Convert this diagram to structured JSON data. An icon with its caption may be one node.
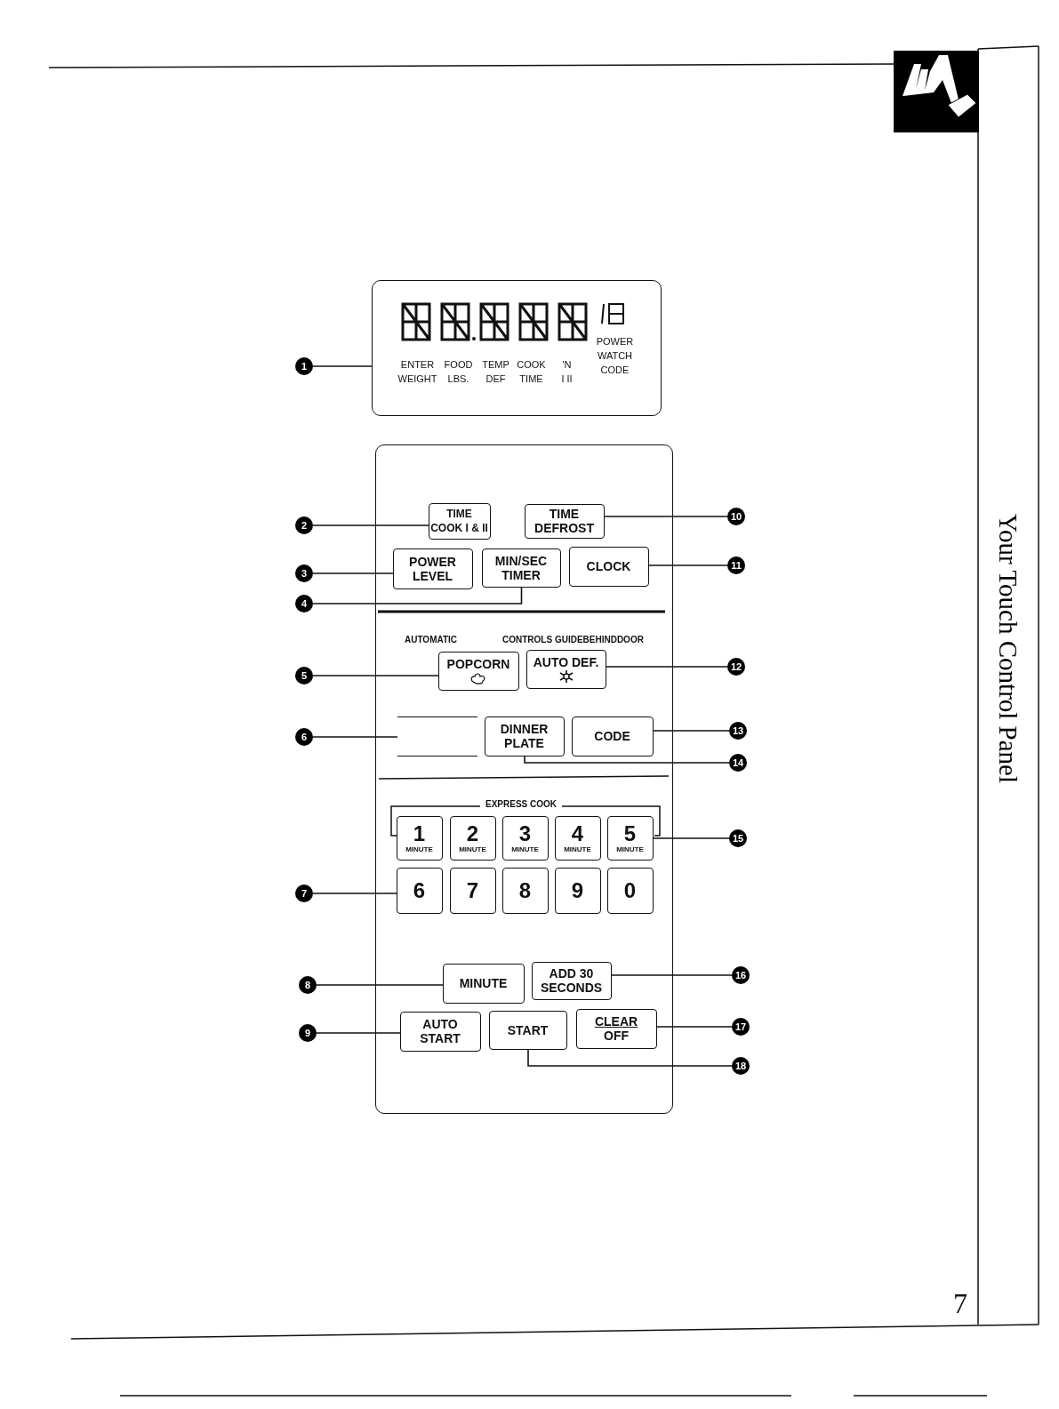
{
  "diagram": {
    "title": "Your Touch Control Panel",
    "nodes": [
      {
        "text": [
          "ENTER WEIGHT",
          "FOOD LBS.",
          "TEMP DEF",
          "COOK TIME",
          "'N I II",
          "POWER WATCH CODE"
        ]
      },
      {
        "text": [],
        "shape": "box"
      },
      {
        "text": [
          "TIME COOK I & II"
        ],
        "in": 1
      },
      {
        "text": [
          "TIME DEFROST"
        ],
        "in": 1
      },
      {
        "text": [
          "POWER LEVEL"
        ],
        "in": 1
      },
      {
        "text": [
          "MIN/SEC TIMER"
        ],
        "in": 1
      },
      {
        "text": [
          "CLOCK"
        ],
        "in": 1
      },
      {
        "text": [
          "POPCORN"
        ],
        "in": 1
      },
      {
        "text": [
          "AUTO DEF."
        ],
        "in": 1
      },
      {
        "text": [],
        "shape": "box",
        "in": 1
      },
      {
        "text": [
          "DINNER PLATE"
        ],
        "in": 1
      },
      {
        "text": [
          "CODE"
        ],
        "in": 1
      },
      {
        "text": [
          "1",
          "MINUTE"
        ],
        "in": 1
      },
      {
        "text": [
          "2",
          "MINUTE"
        ],
        "in": 1
      },
      {
        "text": [
          "3",
          "MINUTE"
        ],
        "in": 1
      },
      {
        "text": [
          "4",
          "MINUTE"
        ],
        "in": 1
      },
      {
        "text": [
          "5",
          "MINUTE"
        ],
        "in": 1
      },
      {
        "text": [
          "6"
        ],
        "in": 1
      },
      {
        "text": [
          "7"
        ],
        "in": 1
      },
      {
        "text": [
          "8"
        ],
        "in": 1
      },
      {
        "text": [
          "9"
        ],
        "in": 1
      },
      {
        "text": [
          "0"
        ],
        "in": 1
      },
      {
        "text": [
          "MINUTE"
        ],
        "in": 1
      },
      {
        "text": [
          "ADD 30 SECONDS"
        ],
        "in": 1
      },
      {
        "text": [
          "AUTO START"
        ],
        "in": 1
      },
      {
        "text": [
          "START"
        ],
        "in": 1
      },
      {
        "text": [
          "CLEAR",
          "OFF"
        ],
        "in": 1
      },
      {
        "text": [
          "1"
        ]
      },
      {
        "text": [
          "2"
        ]
      },
      {
        "text": [
          "3"
        ]
      },
      {
        "text": [
          "4"
        ]
      },
      {
        "text": [
          "5"
        ]
      },
      {
        "text": [
          "6"
        ]
      },
      {
        "text": [
          "7"
        ]
      },
      {
        "text": [
          "8"
        ]
      },
      {
        "text": [
          "9"
        ]
      },
      {
        "text": [
          "10"
        ]
      },
      {
        "text": [
          "11"
        ]
      },
      {
        "text": [
          "12"
        ]
      },
      {
        "text": [
          "13"
        ]
      },
      {
        "text": [
          "14"
        ]
      },
      {
        "text": [
          "15"
        ]
      },
      {
        "text": [
          "16"
        ]
      },
      {
        "text": [
          "17"
        ]
      },
      {
        "text": [
          "18"
        ]
      }
    ],
    "edges": [
      {
        "from": 27,
        "to": 0,
        "arrow": "none"
      },
      {
        "from": 28,
        "to": 2,
        "arrow": "none"
      },
      {
        "from": 29,
        "to": 4,
        "arrow": "none"
      },
      {
        "from": 30,
        "to": 5,
        "arrow": "none"
      },
      {
        "from": 31,
        "to": 7,
        "arrow": "none"
      },
      {
        "from": 32,
        "to": 9,
        "arrow": "none"
      },
      {
        "from": 33,
        "to": 17,
        "arrow": "none"
      },
      {
        "from": 34,
        "to": 22,
        "arrow": "none"
      },
      {
        "from": 35,
        "to": 24,
        "arrow": "none"
      },
      {
        "from": 36,
        "to": 3,
        "arrow": "none"
      },
      {
        "from": 37,
        "to": 6,
        "arrow": "none"
      },
      {
        "from": 38,
        "to": 8,
        "arrow": "none"
      },
      {
        "from": 39,
        "to": 11,
        "arrow": "none"
      },
      {
        "from": 40,
        "to": 10,
        "arrow": "none"
      },
      {
        "from": 41,
        "to": 16,
        "arrow": "none"
      },
      {
        "from": 42,
        "to": 23,
        "arrow": "none"
      },
      {
        "from": 43,
        "to": 26,
        "arrow": "none"
      },
      {
        "from": 44,
        "to": 25,
        "arrow": "none"
      }
    ],
    "labels": [
      "AUTOMATIC",
      "CONTROLS GUIDEBEHINDDOOR",
      "EXPRESS COOK",
      "7"
    ]
  }
}
